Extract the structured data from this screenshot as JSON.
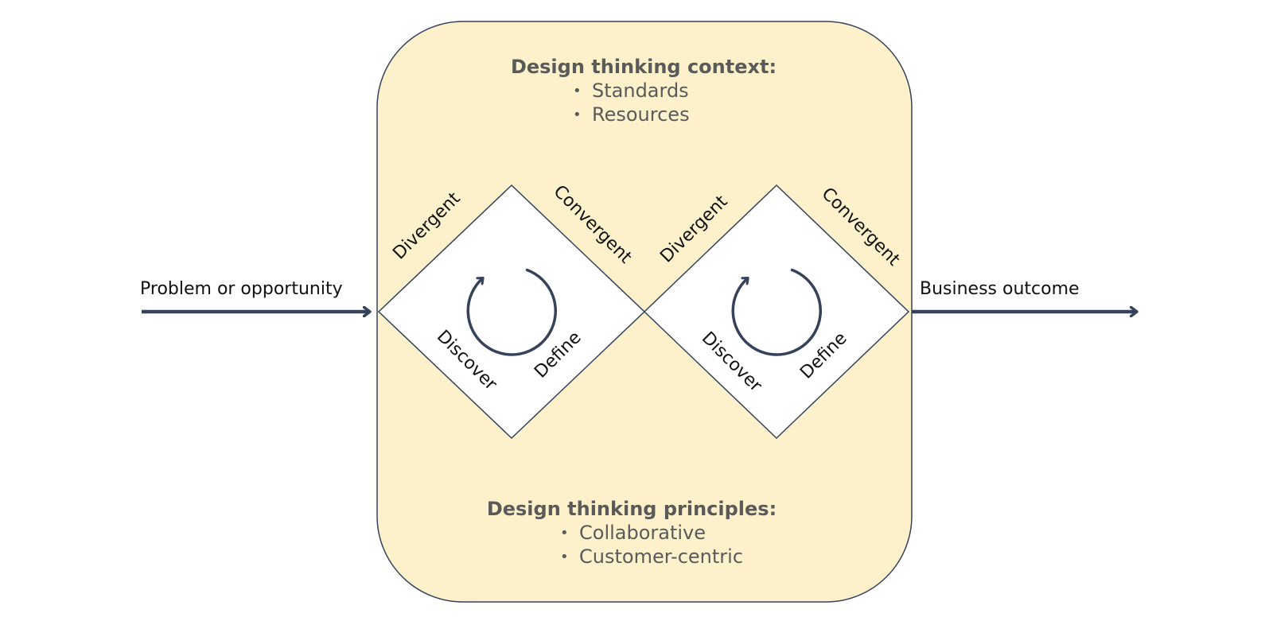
{
  "input_label": "Problem or opportunity",
  "output_label": "Business outcome",
  "context": {
    "title": "Design thinking context:",
    "items": [
      "Standards",
      "Resources"
    ]
  },
  "principles": {
    "title": "Design thinking principles:",
    "items": [
      "Collaborative",
      "Customer-centric"
    ]
  },
  "diamonds": [
    {
      "top_left": "Divergent",
      "top_right": "Convergent",
      "bottom_left": "Discover",
      "bottom_right": "Define"
    },
    {
      "top_left": "Divergent",
      "top_right": "Convergent",
      "bottom_left": "Discover",
      "bottom_right": "Define"
    }
  ],
  "bullet": "•",
  "colors": {
    "container_fill": "#fdf1cc",
    "stroke": "#35425a",
    "heading_text": "#5a5a5a",
    "body_text": "#111111"
  }
}
